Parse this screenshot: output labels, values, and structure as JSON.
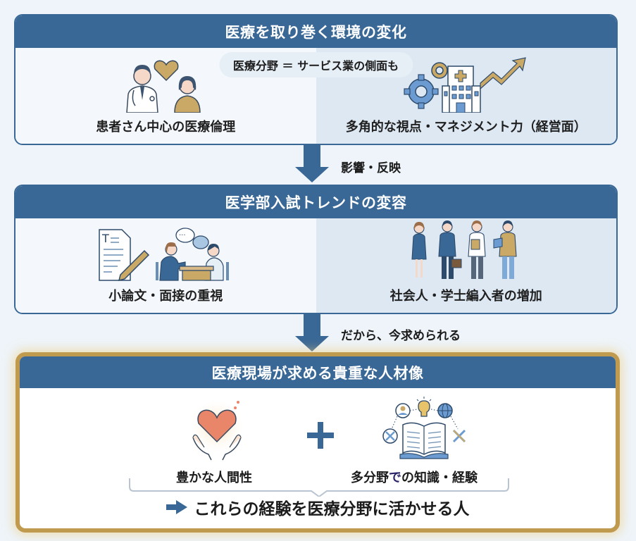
{
  "colors": {
    "header_blue": "#3a6896",
    "gold_border": "#c09a4e",
    "accent_gold": "#c9a965",
    "heart_orange": "#e9866a"
  },
  "section1": {
    "title": "医療を取り巻く環境の変化",
    "pill": "医療分野 ＝ サービス業の側面も",
    "left": {
      "icon": "doctor-patient-heart-icon",
      "caption": "患者さん中心の医療倫理"
    },
    "right": {
      "icon": "hospital-gears-growth-icon",
      "caption": "多角的な視点・マネジメント力（経営面）"
    }
  },
  "arrow1": {
    "label": "影響・反映"
  },
  "section2": {
    "title": "医学部入試トレンドの変容",
    "left": {
      "icon": "essay-interview-icon",
      "caption": "小論文・面接の重視"
    },
    "right": {
      "icon": "working-adults-icon",
      "caption": "社会人・学士編入者の増加"
    }
  },
  "arrow2": {
    "label": "だから、今求められる"
  },
  "section3": {
    "title": "医療現場が求める貴重な人材像",
    "left": {
      "icon": "heart-in-hands-icon",
      "caption": "豊かな人間性"
    },
    "plus": "+",
    "right": {
      "icon": "open-book-knowledge-icon",
      "caption_part1": "多分野",
      "caption_part2": "で",
      "caption_part3": "の知識・経験"
    },
    "result": "これらの経験を医療分野に活かせる人"
  }
}
